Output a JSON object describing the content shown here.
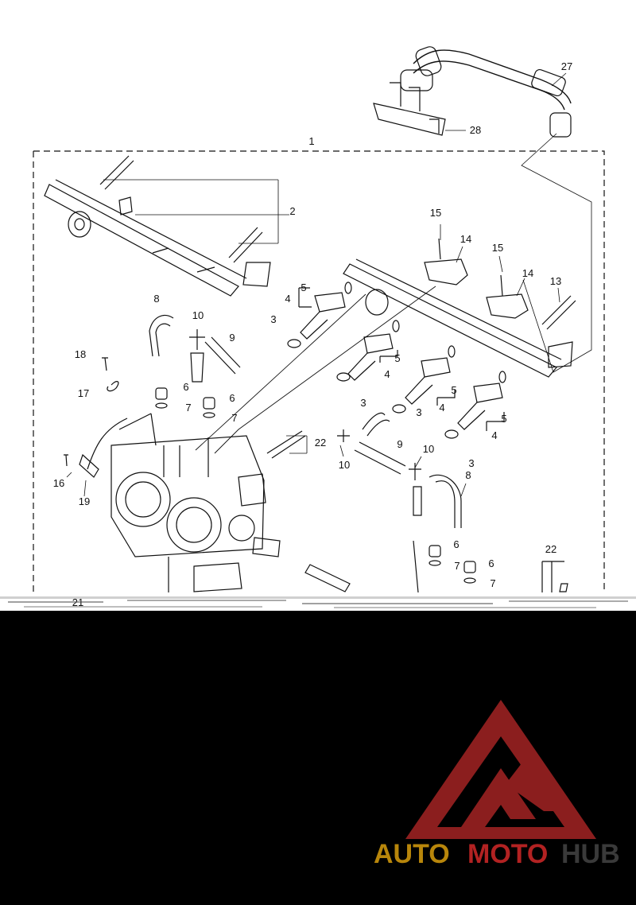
{
  "diagram": {
    "callouts": [
      {
        "id": "c1",
        "text": "1"
      },
      {
        "id": "c2",
        "text": "2"
      },
      {
        "id": "c27",
        "text": "27"
      },
      {
        "id": "c28",
        "text": "28"
      },
      {
        "id": "c15a",
        "text": "15"
      },
      {
        "id": "c14a",
        "text": "14"
      },
      {
        "id": "c15b",
        "text": "15"
      },
      {
        "id": "c14b",
        "text": "14"
      },
      {
        "id": "c13",
        "text": "13"
      },
      {
        "id": "c5a",
        "text": "5"
      },
      {
        "id": "c4a",
        "text": "4"
      },
      {
        "id": "c3a",
        "text": "3"
      },
      {
        "id": "c8a",
        "text": "8"
      },
      {
        "id": "c10a",
        "text": "10"
      },
      {
        "id": "c9a",
        "text": "9"
      },
      {
        "id": "c18",
        "text": "18"
      },
      {
        "id": "c17",
        "text": "17"
      },
      {
        "id": "c6a",
        "text": "6"
      },
      {
        "id": "c7a",
        "text": "7"
      },
      {
        "id": "c6b",
        "text": "6"
      },
      {
        "id": "c7b",
        "text": "7"
      },
      {
        "id": "c5b",
        "text": "5"
      },
      {
        "id": "c4b",
        "text": "4"
      },
      {
        "id": "c3b",
        "text": "3"
      },
      {
        "id": "c5c",
        "text": "5"
      },
      {
        "id": "c4c",
        "text": "4"
      },
      {
        "id": "c3c",
        "text": "3"
      },
      {
        "id": "c5d",
        "text": "5"
      },
      {
        "id": "c4d",
        "text": "4"
      },
      {
        "id": "c3d",
        "text": "3"
      },
      {
        "id": "c22a",
        "text": "22"
      },
      {
        "id": "c9b",
        "text": "9"
      },
      {
        "id": "c10b",
        "text": "10"
      },
      {
        "id": "c10c",
        "text": "10"
      },
      {
        "id": "c8b",
        "text": "8"
      },
      {
        "id": "c16",
        "text": "16"
      },
      {
        "id": "c19",
        "text": "19"
      },
      {
        "id": "c6c",
        "text": "6"
      },
      {
        "id": "c7c",
        "text": "7"
      },
      {
        "id": "c6d",
        "text": "6"
      },
      {
        "id": "c7d",
        "text": "7"
      },
      {
        "id": "c22b",
        "text": "22"
      },
      {
        "id": "c21",
        "text": "21"
      }
    ]
  },
  "logo": {
    "text_auto": "AUTO",
    "text_moto": "MOTO",
    "text_hub": "HUB",
    "colors": {
      "mark": "#8b1e1e",
      "auto": "#b8860b",
      "moto": "#b22222",
      "hub": "#3a3a3a"
    }
  }
}
